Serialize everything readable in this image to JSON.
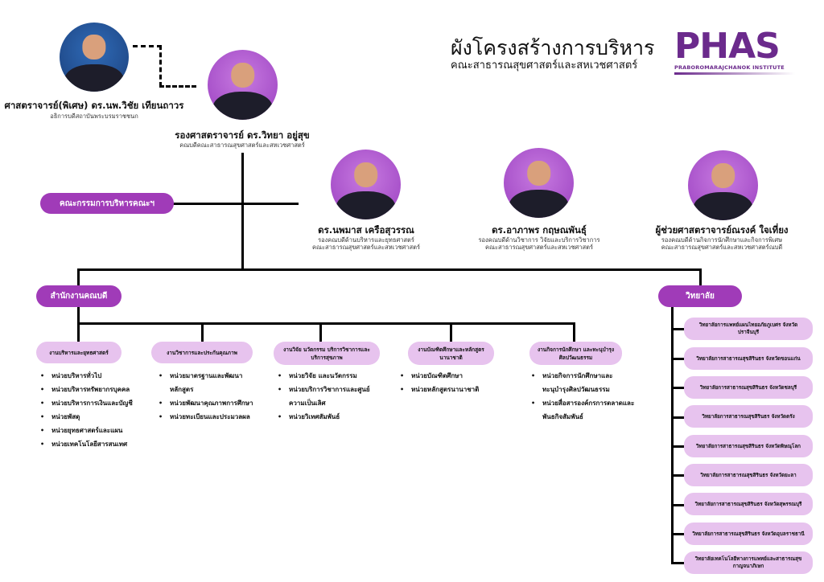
{
  "header": {
    "title": "ผังโครงสร้างการบริหาร",
    "subtitle": "คณะสาธารณสุขศาสตร์และสหเวชศาสตร์"
  },
  "logo": {
    "text": "PHAS",
    "tagline": "PRABOROMARAJCHANOK INSTITUTE",
    "color": "#6b2a8c"
  },
  "people": [
    {
      "name": "ศาสตราจารย์(พิเศษ) ดร.นพ.วิชัย เทียนถาวร",
      "role": [
        "อธิการบดีสถาบันพระบรมราชชนก"
      ]
    },
    {
      "name": "รองศาสตราจารย์ ดร.วิทยา อยู่สุข",
      "role": [
        "คณบดีคณะสาธารณสุขศาสตร์และสหเวชศาสตร์"
      ]
    },
    {
      "name": "ดร.นพมาส เครือสุวรรณ",
      "role": [
        "รองคณบดีด้านบริหารและยุทธศาสตร์",
        "คณะสาธารณสุขศาสตร์และสหเวชศาสตร์"
      ]
    },
    {
      "name": "ดร.อาภาพร กฤษณพันธุ์",
      "role": [
        "รองคณบดีด้านวิชาการ วิจัยและบริการวิชาการ",
        "คณะสาธารณสุขศาสตร์และสหเวชศาสตร์"
      ]
    },
    {
      "name": "ผู้ช่วยศาสตราจารย์ณรงค์ ใจเที่ยง",
      "role": [
        "รองคณบดีด้านกิจการนักศึกษาและกิจการพิเศษ",
        "คณะสาธารณสุขศาสตร์และสหเวชศาสตร์ณบดี"
      ]
    }
  ],
  "committee": "คณะกรรมการบริหารคณะฯ",
  "office": "สำนักงานคณบดี",
  "college_label": "วิทยาลัย",
  "departments": [
    {
      "label": "งานบริหารและยุทธศาสตร์",
      "units": [
        "หน่วยบริหารทั่วไป",
        "หน่วยบริหารทรัพยากรบุคคล",
        "หน่วยบริหารการเงินและบัญชี",
        "หน่วยพัสดุ",
        "หน่วยยุทธศาสตร์และแผน",
        "หน่วยเทคโนโลยีสารสนเทศ"
      ]
    },
    {
      "label": "งานวิชาการและประกันคุณภาพ",
      "units": [
        "หน่วยมาตรฐานและพัฒนาหลักสูตร",
        "หน่วยพัฒนาคุณภาพการศึกษา",
        "หน่วยทะเบียนและประมวลผล"
      ]
    },
    {
      "label": "งานวิจัย นวัตกรรม บริการวิชาการและบริการสุขภาพ",
      "units": [
        "หน่วยวิจัย และนวัตกรรม",
        "หน่วยบริการวิชาการและศูนย์ความเป็นเลิศ",
        "หน่วยวิเทศสัมพันธ์"
      ]
    },
    {
      "label": "งานบัณฑิตศึกษาและหลักสูตรนานาชาติ",
      "units": [
        "หน่วยบัณฑิตศึกษา",
        "หน่วยหลักสูตรนานาชาติ"
      ]
    },
    {
      "label": "งานกิจการนักศึกษา และทะนุบำรุงศิลปวัฒนธรรม",
      "units": [
        "หน่วยกิจการนักศึกษาและทะนุบำรุงศิลปวัฒนธรรม",
        "หน่วยสื่อสารองค์กรการตลาดและพันธกิจสัมพันธ์"
      ]
    }
  ],
  "colleges": [
    "วิทยาลัยการแพทย์แผนไทยอภัยภูเบศร จังหวัดปราจีนบุรี",
    "วิทยาลัยการสาธารณสุขสิรินธร จังหวัดขอนแก่น",
    "วิทยาลัยการสาธารณสุขสิรินธร จังหวัดชลบุรี",
    "วิทยาลัยการสาธารณสุขสิรินธร จังหวัดตรัง",
    "วิทยาลัยการสาธารณสุขสิรินธร จังหวัดพิษณุโลก",
    "วิทยาลัยการสาธารณสุขสิรินธร จังหวัดยะลา",
    "วิทยาลัยการสาธารณสุขสิรินธร จังหวัดสุพรรณบุรี",
    "วิทยาลัยการสาธารณสุขสิรินธร จังหวัดอุบลราชธานี",
    "วิทยาลัยเทคโนโลยีทางการแพทย์และสาธารณสุข กาญจนาภิเษก"
  ],
  "colors": {
    "dark_pill": "#a03bb8",
    "light_pill": "#e7c3ee"
  }
}
